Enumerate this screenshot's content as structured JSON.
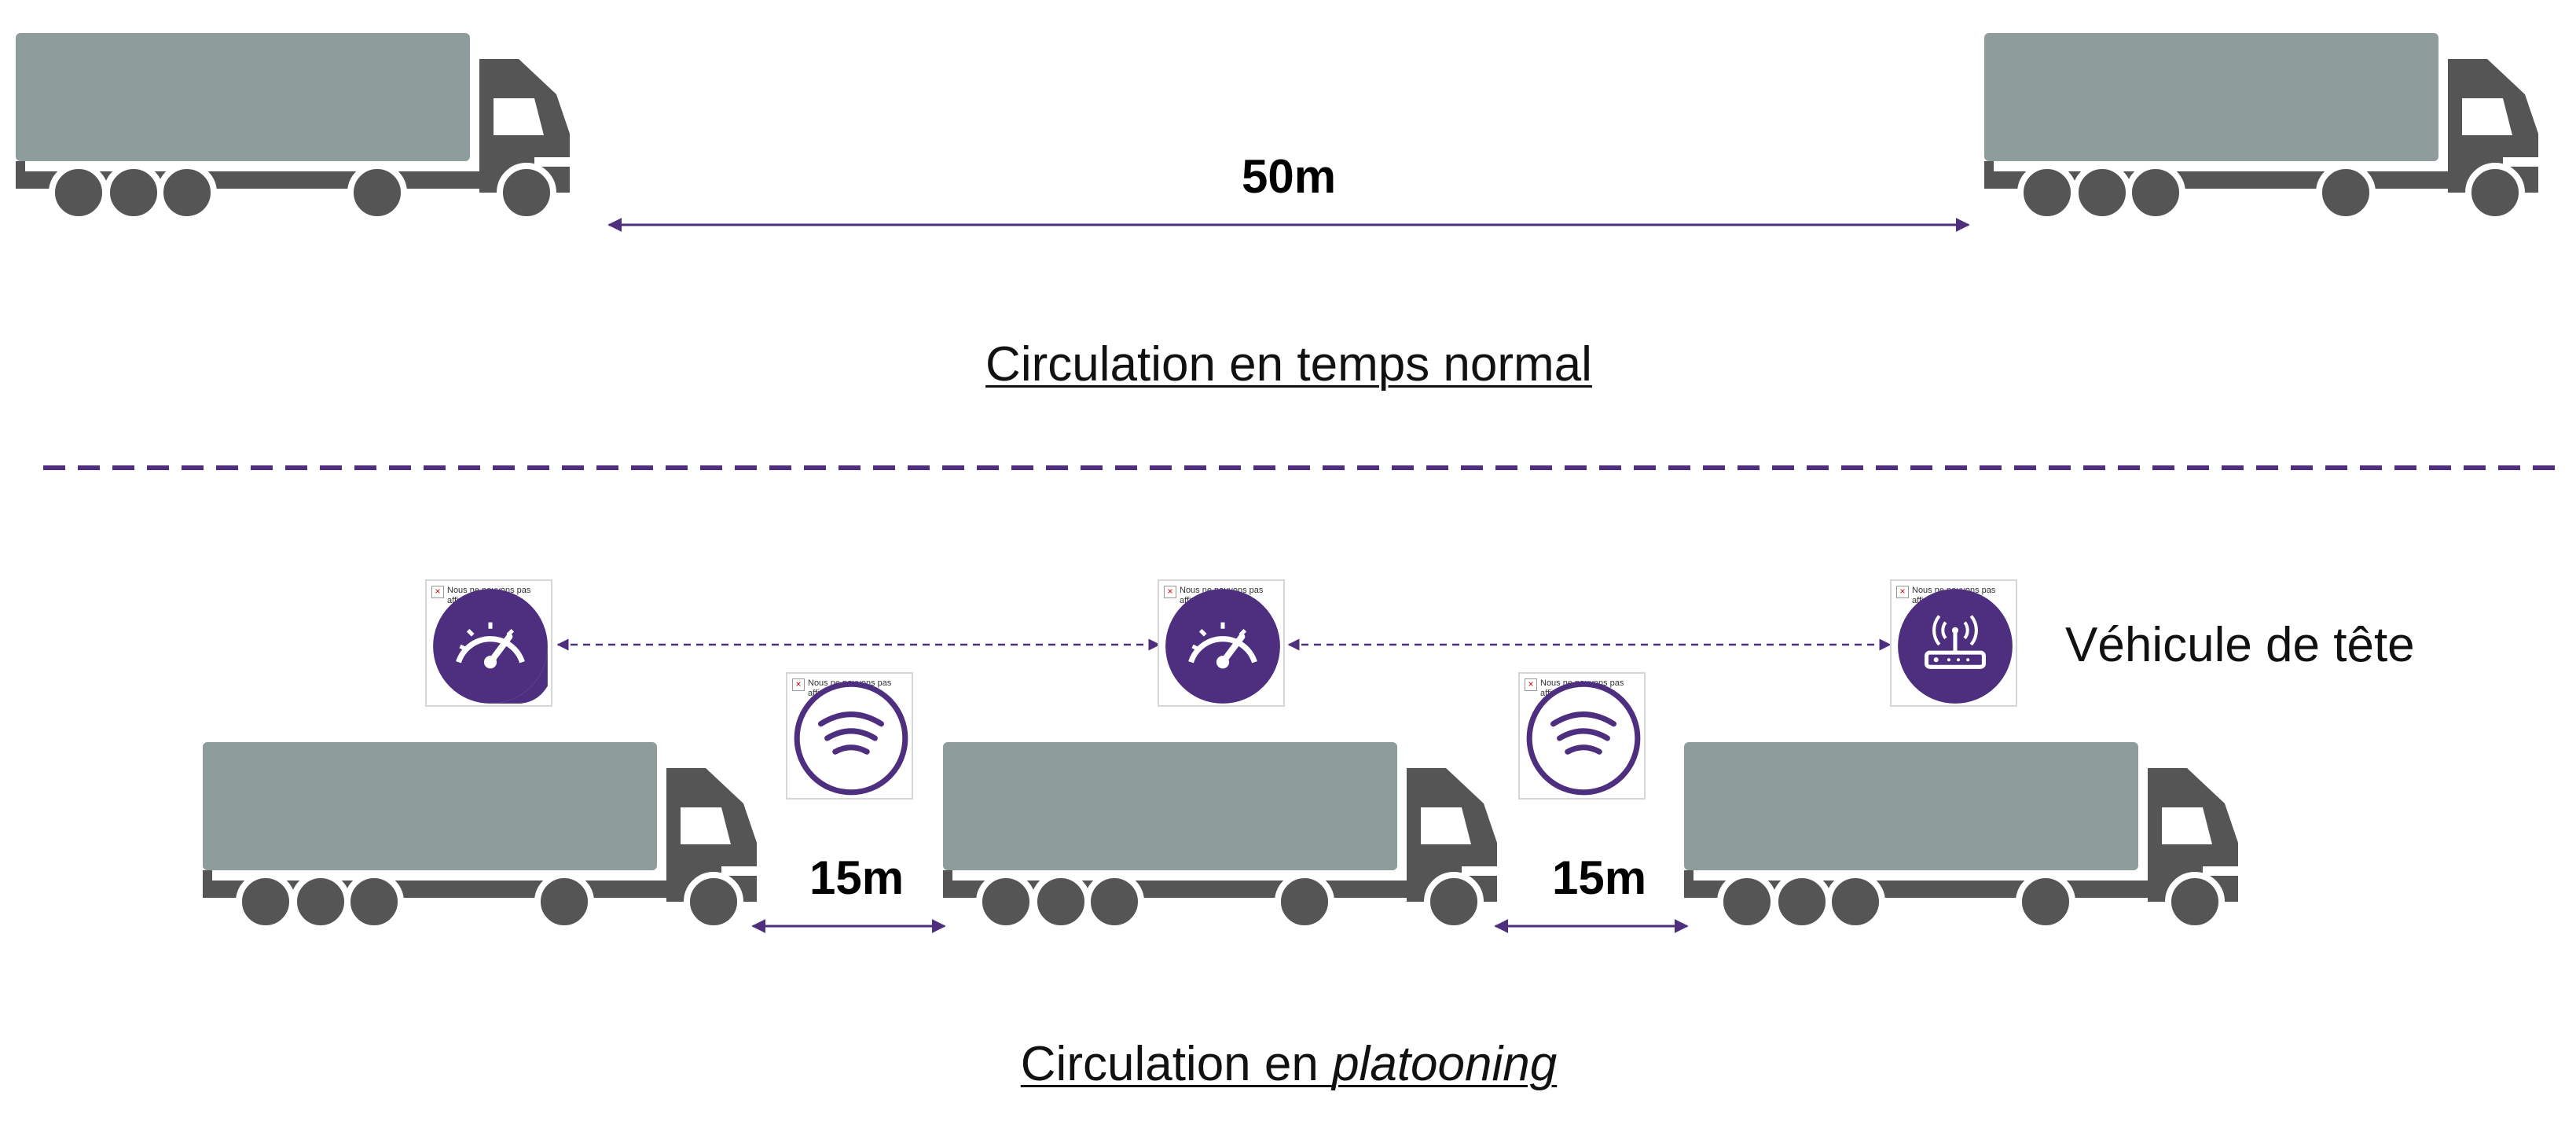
{
  "colors": {
    "truck_body": "#8e9c9b",
    "truck_cab": "#555555",
    "accent": "#4e2f7f",
    "icon_fill": "#4e2f7f"
  },
  "top": {
    "distance_label": "50m",
    "caption": "Circulation en temps normal"
  },
  "bottom": {
    "gap_labels": [
      "15m",
      "15m"
    ],
    "caption_prefix": "Circulation en ",
    "caption_italic": "platooning",
    "lead_vehicle_label": "Véhicule de tête"
  },
  "broken_image_text": "Nous ne pouvons pas afficher l'image.",
  "icons": {
    "speed": "speedometer-icon",
    "signal": "signal-waves-icon",
    "router": "router-antenna-icon"
  }
}
